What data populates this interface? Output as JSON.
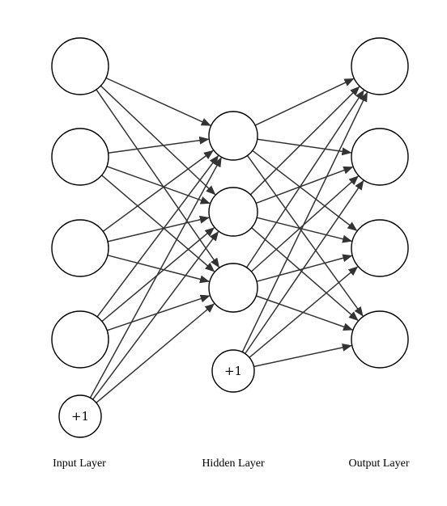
{
  "diagram": {
    "bias_input": "+1",
    "bias_hidden": "+1",
    "labels": {
      "input": "Input Layer",
      "hidden": "Hidden Layer",
      "output": "Output Layer"
    }
  }
}
